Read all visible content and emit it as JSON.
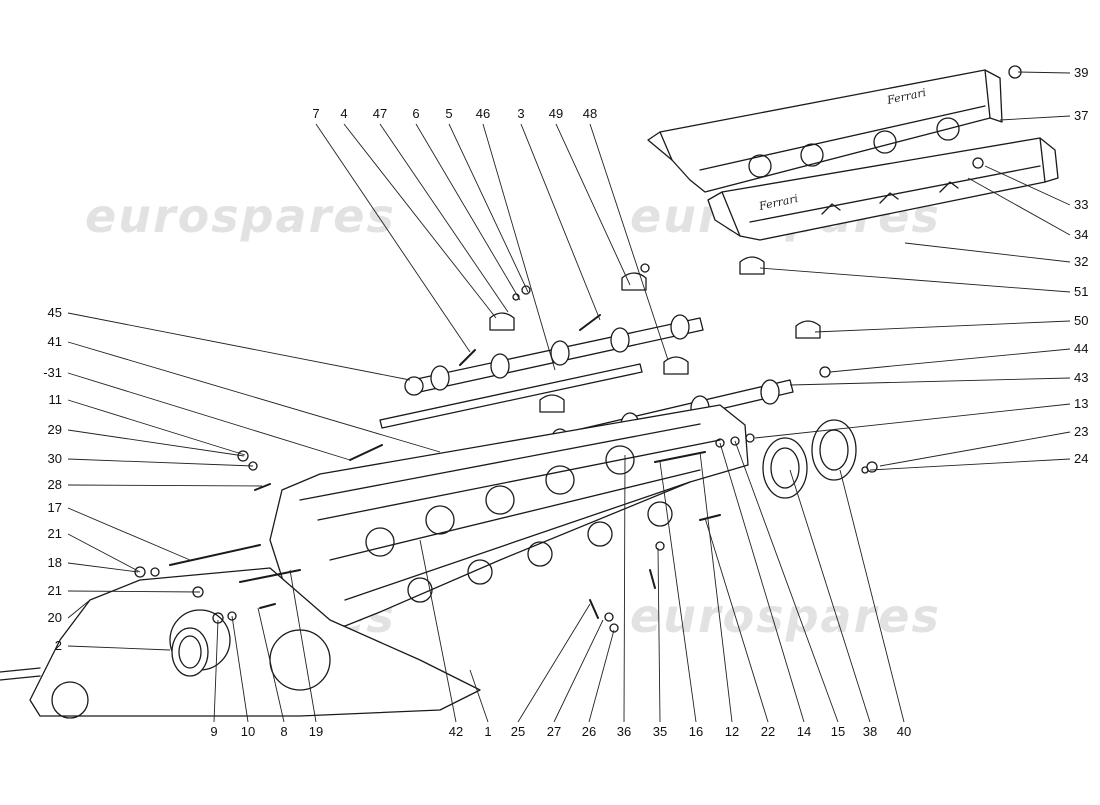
{
  "watermark": "eurospares",
  "cover_logo": "Ferrari",
  "callouts": [
    "7",
    "4",
    "47",
    "6",
    "5",
    "46",
    "3",
    "49",
    "48",
    "39",
    "37",
    "33",
    "34",
    "32",
    "51",
    "50",
    "44",
    "43",
    "13",
    "23",
    "24",
    "45",
    "41",
    "-31",
    "11",
    "29",
    "30",
    "28",
    "17",
    "21",
    "18",
    "21",
    "20",
    "2",
    "9",
    "10",
    "8",
    "19",
    "42",
    "1",
    "25",
    "27",
    "26",
    "36",
    "35",
    "16",
    "12",
    "22",
    "14",
    "15",
    "38",
    "40"
  ]
}
